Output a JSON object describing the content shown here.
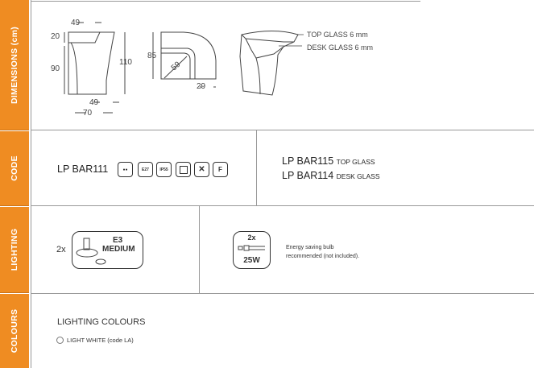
{
  "sections": {
    "dimensions": "DIMENSIONS (cm)",
    "code": "CODE",
    "lighting": "LIGHTING",
    "colours": "COLOURS"
  },
  "dimensions": {
    "front": {
      "top": "49",
      "h_top": "20",
      "h_body": "90",
      "h_total": "110",
      "base": "49",
      "width": "70"
    },
    "plan": {
      "depth": "85",
      "diag": "59",
      "side": "29"
    },
    "labels": {
      "top_glass": "TOP GLASS 6 mm",
      "desk_glass": "DESK GLASS 6 mm"
    }
  },
  "code": {
    "main": "LP  BAR111",
    "icons": [
      {
        "name": "class-ii-icon",
        "label": ""
      },
      {
        "name": "bulb-e27-icon",
        "label": "E27"
      },
      {
        "name": "ip55-icon",
        "label": "IP55"
      },
      {
        "name": "double-insulation-icon",
        "label": ""
      },
      {
        "name": "weee-bin-icon",
        "label": ""
      },
      {
        "name": "f-mark-icon",
        "label": "F"
      }
    ],
    "accessories": [
      {
        "code": "LP  BAR115",
        "desc": "TOP GLASS"
      },
      {
        "code": "LP  BAR114",
        "desc": "DESK GLASS"
      }
    ]
  },
  "lighting": {
    "qty": "2x",
    "kit_line1": "E3",
    "kit_line2": "MEDIUM",
    "bulb_qty": "2x",
    "bulb_watt": "25W",
    "note_line1": "Energy saving bulb",
    "note_line2": "recommended (not included)."
  },
  "colours": {
    "title": "LIGHTING COLOURS",
    "options": [
      {
        "label": "LIGHT WHITE (code LA)"
      }
    ]
  },
  "accent": "#ef8c22"
}
